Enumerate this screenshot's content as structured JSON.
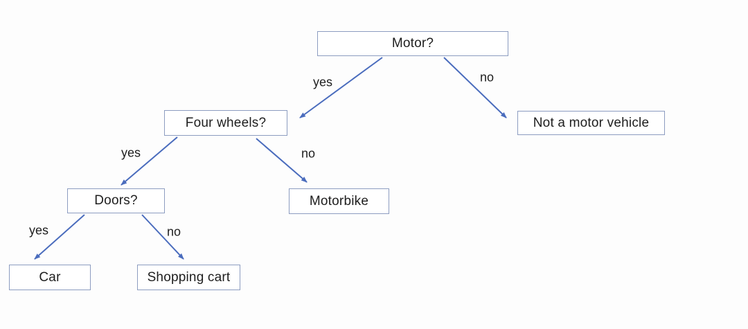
{
  "diagram": {
    "type": "decision-tree",
    "colors": {
      "background": "#fdfdfd",
      "node_border": "#8c9cc0",
      "node_fill": "#ffffff",
      "arrow": "#4a6cbd",
      "text": "#1e1e1e"
    },
    "nodes": {
      "motor": {
        "label": "Motor?"
      },
      "four_wheels": {
        "label": "Four wheels?"
      },
      "not_motor_vehicle": {
        "label": "Not a motor vehicle"
      },
      "doors": {
        "label": "Doors?"
      },
      "motorbike": {
        "label": "Motorbike"
      },
      "car": {
        "label": "Car"
      },
      "shopping_cart": {
        "label": "Shopping cart"
      }
    },
    "edges": [
      {
        "from": "motor",
        "to": "four_wheels",
        "label": "yes"
      },
      {
        "from": "motor",
        "to": "not_motor_vehicle",
        "label": "no"
      },
      {
        "from": "four_wheels",
        "to": "doors",
        "label": "yes"
      },
      {
        "from": "four_wheels",
        "to": "motorbike",
        "label": "no"
      },
      {
        "from": "doors",
        "to": "car",
        "label": "yes"
      },
      {
        "from": "doors",
        "to": "shopping_cart",
        "label": "no"
      }
    ]
  }
}
